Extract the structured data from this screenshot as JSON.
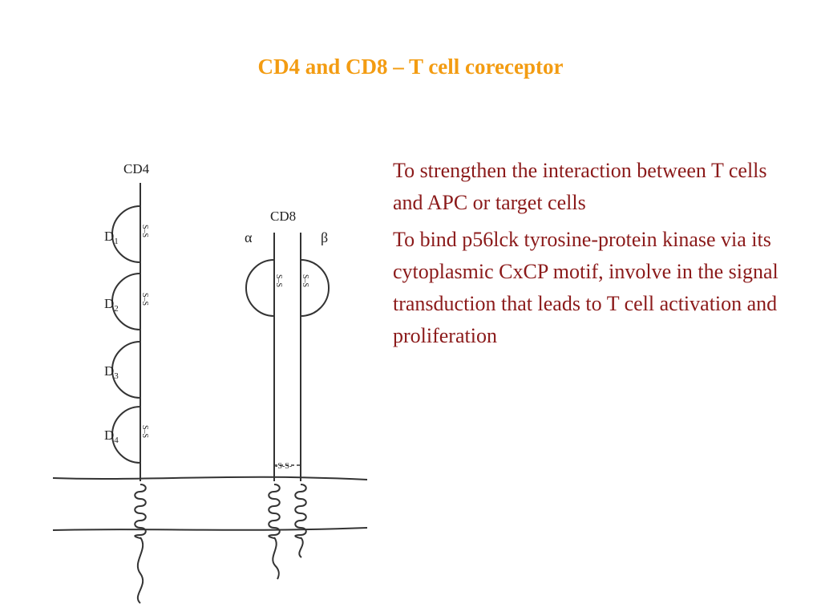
{
  "slide": {
    "title": "CD4 and CD8 – T cell coreceptor"
  },
  "diagram": {
    "cd4_label": "CD4",
    "cd8_label": "CD8",
    "alpha_label": "α",
    "beta_label": "β",
    "domains": [
      {
        "letter": "D",
        "sub": "1"
      },
      {
        "letter": "D",
        "sub": "2"
      },
      {
        "letter": "D",
        "sub": "3"
      },
      {
        "letter": "D",
        "sub": "4"
      }
    ],
    "disulfide_label": "S–S",
    "interchain_disulfide_label": "-S-S-"
  },
  "content": {
    "paragraphs": [
      "To strengthen the interaction between T cells and APC or target cells",
      "To bind p56lck  tyrosine-protein kinase via its cytoplasmic CxCP motif, involve in the signal transduction that leads to T cell activation and proliferation"
    ]
  }
}
